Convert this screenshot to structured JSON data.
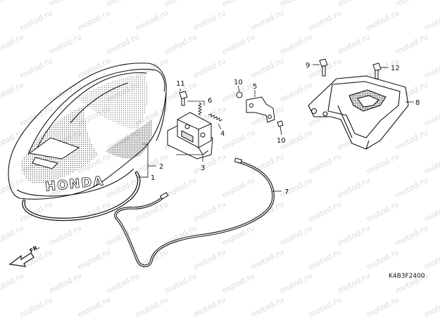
{
  "watermark": {
    "text": "motod.ru"
  },
  "diagram_code": "K4B3F2400",
  "direction_label": "FR.",
  "brand_mark": "HONDA",
  "callouts": [
    {
      "id": "c1",
      "text": "1"
    },
    {
      "id": "c2",
      "text": "2"
    },
    {
      "id": "c3",
      "text": "3"
    },
    {
      "id": "c4",
      "text": "4"
    },
    {
      "id": "c5",
      "text": "5"
    },
    {
      "id": "c6",
      "text": "6"
    },
    {
      "id": "c7",
      "text": "7"
    },
    {
      "id": "c8",
      "text": "8"
    },
    {
      "id": "c9",
      "text": "9"
    },
    {
      "id": "c10a",
      "text": "10"
    },
    {
      "id": "c10b",
      "text": "10"
    },
    {
      "id": "c11",
      "text": "11"
    },
    {
      "id": "c12",
      "text": "12"
    }
  ],
  "colors": {
    "line": "#111111",
    "watermark": "#d9d9d9",
    "background": "#ffffff"
  }
}
